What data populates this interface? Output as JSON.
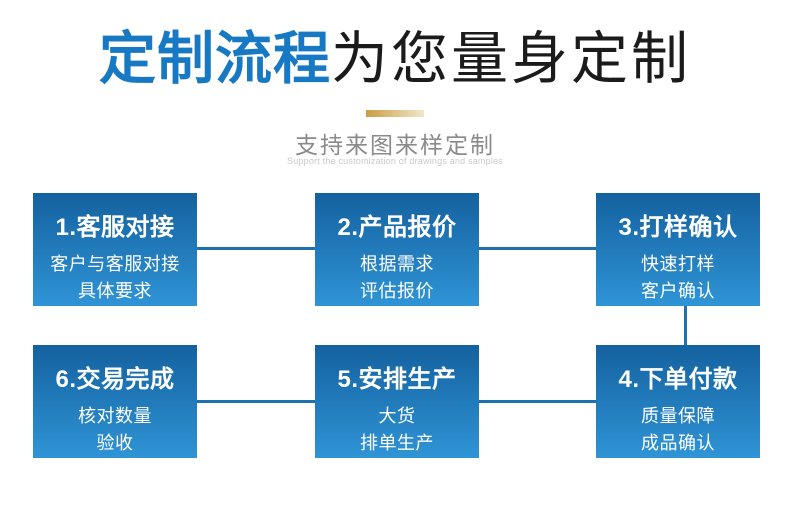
{
  "header": {
    "title_highlight": "定制流程",
    "title_rest": "为您量身定制",
    "subtitle": "支持来图来样定制",
    "subtitle_en": "Support the customization of drawings and samples"
  },
  "colors": {
    "accent_blue": "#1779c4",
    "title_dark": "#1b1b1b",
    "box_grad_top": "#14619f",
    "box_grad_bottom": "#2f94d6",
    "connector_blue": "#1e71b0",
    "gold_start": "#c99d43",
    "gold_end": "#f2e7c9",
    "subtitle_gray": "#8a8a8a",
    "subtitle_en_gray": "#c9c9c9",
    "step_text": "#ffffff"
  },
  "flow": {
    "steps": [
      {
        "number": "1",
        "title": "1.客服对接",
        "lines": [
          "客户与客服对接",
          "具体要求"
        ]
      },
      {
        "number": "2",
        "title": "2.产品报价",
        "lines": [
          "根据需求",
          "评估报价"
        ]
      },
      {
        "number": "3",
        "title": "3.打样确认",
        "lines": [
          "快速打样",
          "客户确认"
        ]
      },
      {
        "number": "4",
        "title": "4.下单付款",
        "lines": [
          "质量保障",
          "成品确认"
        ]
      },
      {
        "number": "5",
        "title": "5.安排生产",
        "lines": [
          "大货",
          "排单生产"
        ]
      },
      {
        "number": "6",
        "title": "6.交易完成",
        "lines": [
          "核对数量",
          "验收"
        ]
      }
    ]
  }
}
